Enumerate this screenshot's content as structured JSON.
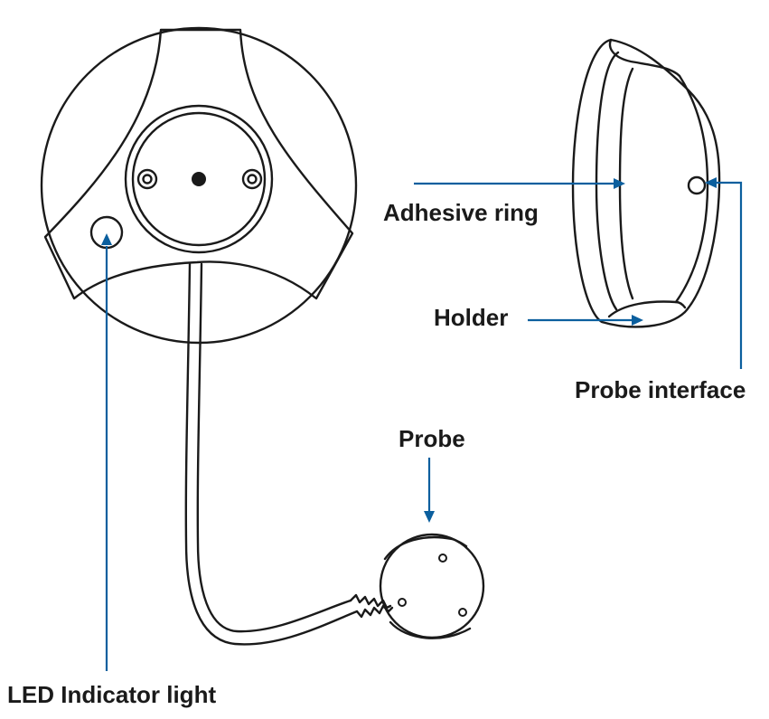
{
  "labels": {
    "adhesive_ring": "Adhesive ring",
    "holder": "Holder",
    "probe_interface": "Probe interface",
    "probe": "Probe",
    "led_indicator": "LED Indicator light"
  },
  "colors": {
    "line": "#1a1a1a",
    "leader": "#0b5f9e",
    "background": "#ffffff"
  }
}
